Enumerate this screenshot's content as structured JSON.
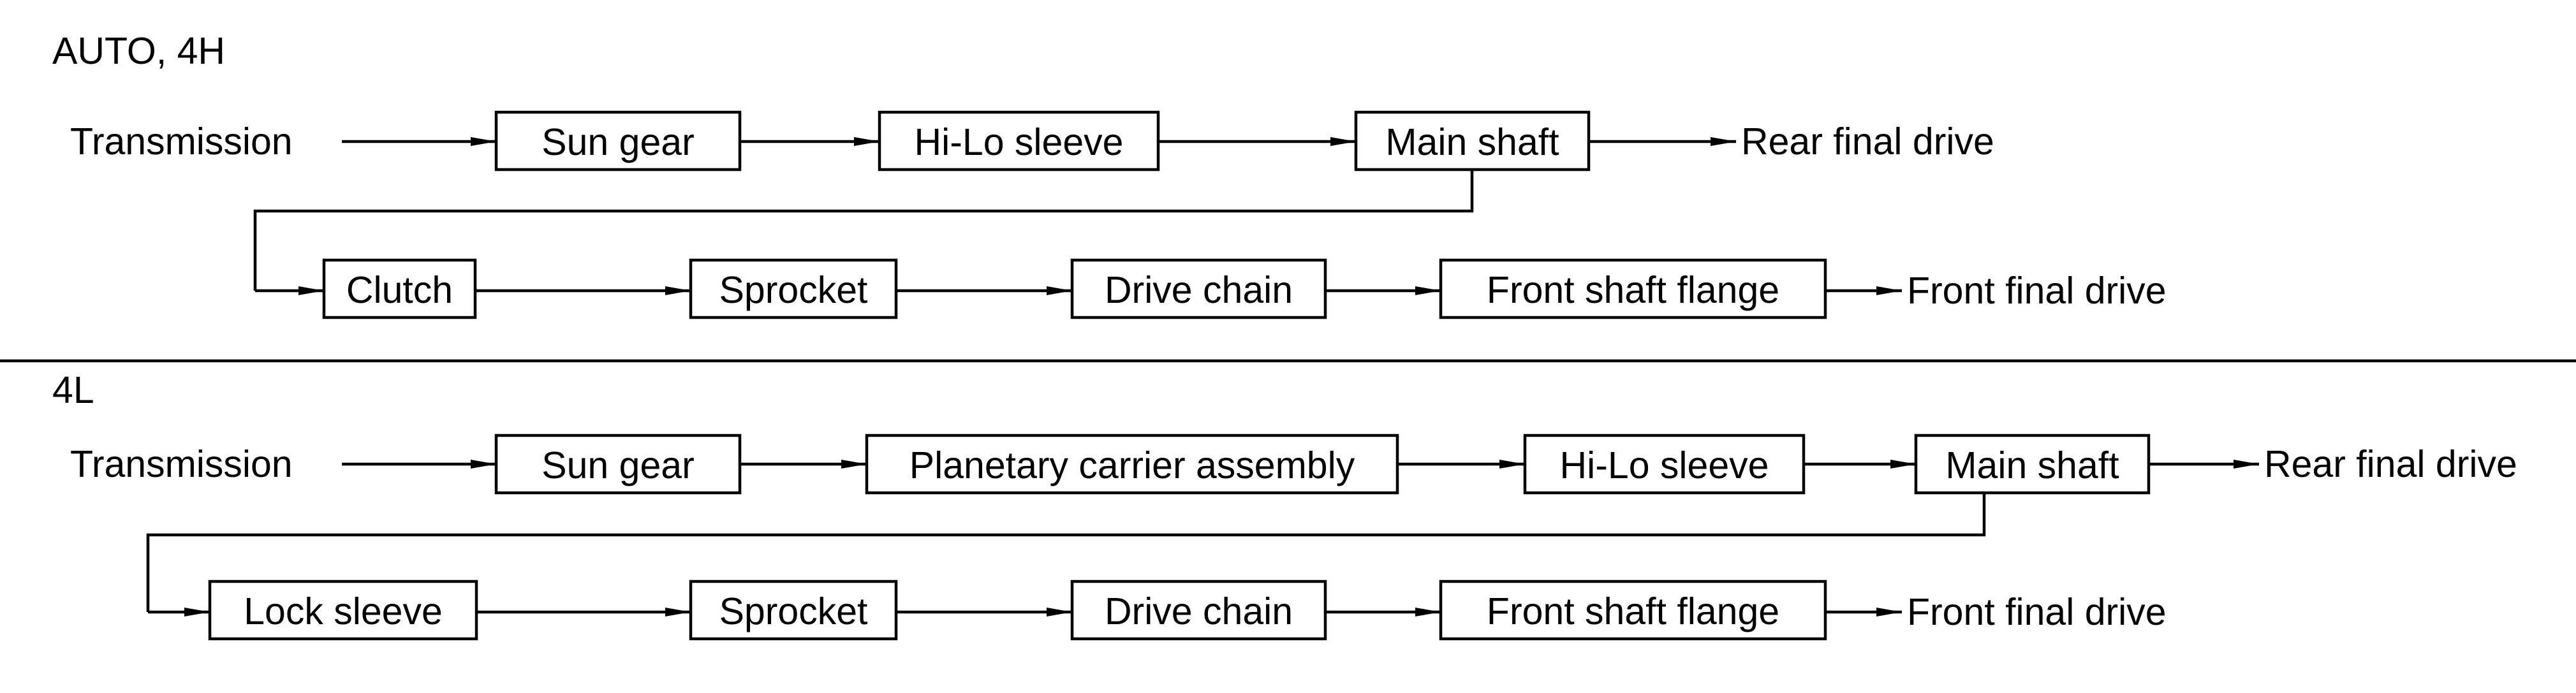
{
  "sections": [
    {
      "heading": "AUTO, 4H",
      "row1": {
        "start": "Transmission",
        "nodes": [
          "Sun gear",
          "Hi-Lo sleeve",
          "Main shaft"
        ],
        "end": "Rear final drive"
      },
      "row2": {
        "nodes": [
          "Clutch",
          "Sprocket",
          "Drive chain",
          "Front shaft flange"
        ],
        "end": "Front final drive"
      }
    },
    {
      "heading": "4L",
      "row1": {
        "start": "Transmission",
        "nodes": [
          "Sun gear",
          "Planetary carrier assembly",
          "Hi-Lo sleeve",
          "Main shaft"
        ],
        "end": "Rear final drive"
      },
      "row2": {
        "nodes": [
          "Lock sleeve",
          "Sprocket",
          "Drive chain",
          "Front shaft flange"
        ],
        "end": "Front final drive"
      }
    }
  ]
}
